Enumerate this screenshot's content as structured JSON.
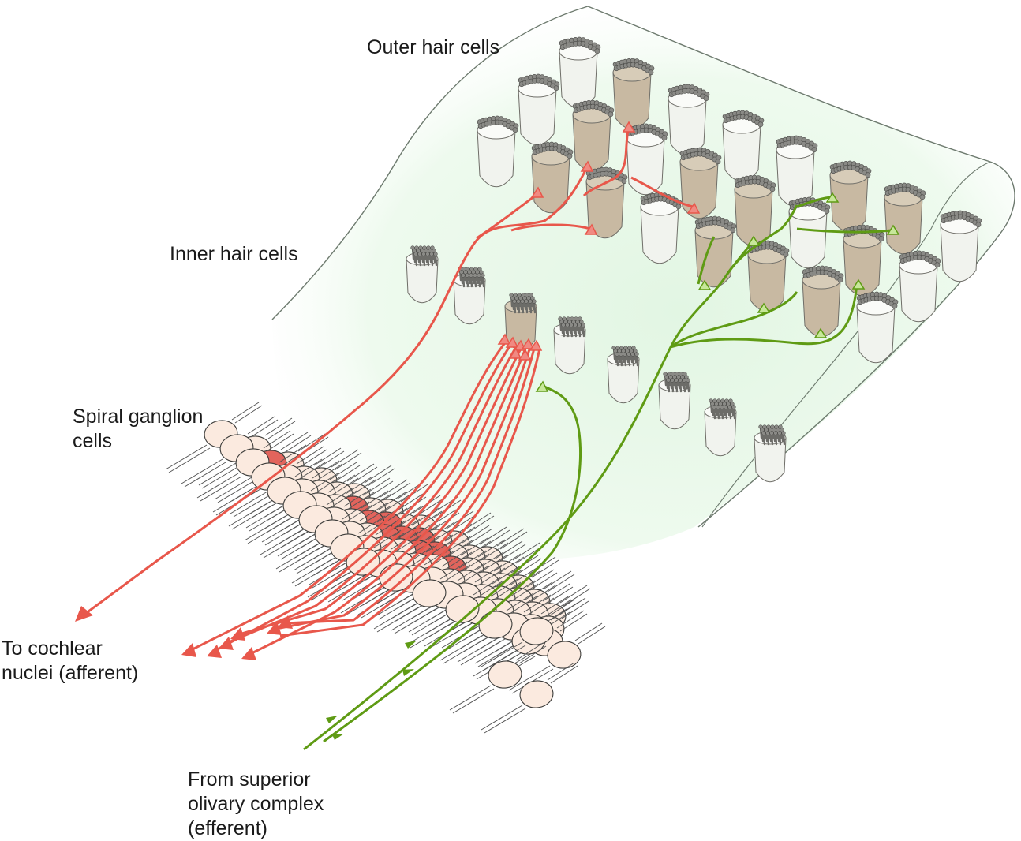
{
  "labels": {
    "outer_hair_cells": "Outer hair cells",
    "inner_hair_cells": "Inner hair cells",
    "spiral_ganglion": [
      "Spiral ganglion",
      "cells"
    ],
    "afferent": [
      "To cochlear",
      "nuclei (afferent)"
    ],
    "efferent": [
      "From superior",
      "olivary complex",
      "(efferent)"
    ]
  },
  "colors": {
    "membrane": "#e9f8ea",
    "membrane_edge": "#6d7a6e",
    "afferent": "#e8574b",
    "afferent_soma": "#e2645c",
    "efferent": "#5f9b14",
    "efferent_terminal": "#c7e79a",
    "ganglion_soma": "#fbeadf",
    "hair_cell_pale": "#f1f3ee",
    "hair_cell_highlight": "#c8b9a2",
    "stereocilia": "#8a8a86"
  }
}
